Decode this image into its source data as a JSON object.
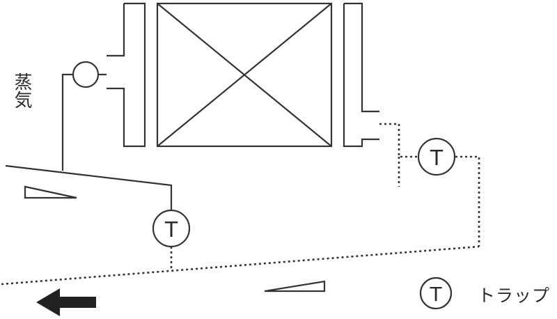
{
  "labels": {
    "steam": "蒸気",
    "trap_symbol": "T",
    "legend_trap": "トラップ"
  },
  "colors": {
    "line": "#333333",
    "background": "#ffffff"
  },
  "icons": {
    "flow_direction": "left-arrow-icon",
    "slope": "slope-wedge-icon",
    "valve": "valve-circle-icon"
  }
}
